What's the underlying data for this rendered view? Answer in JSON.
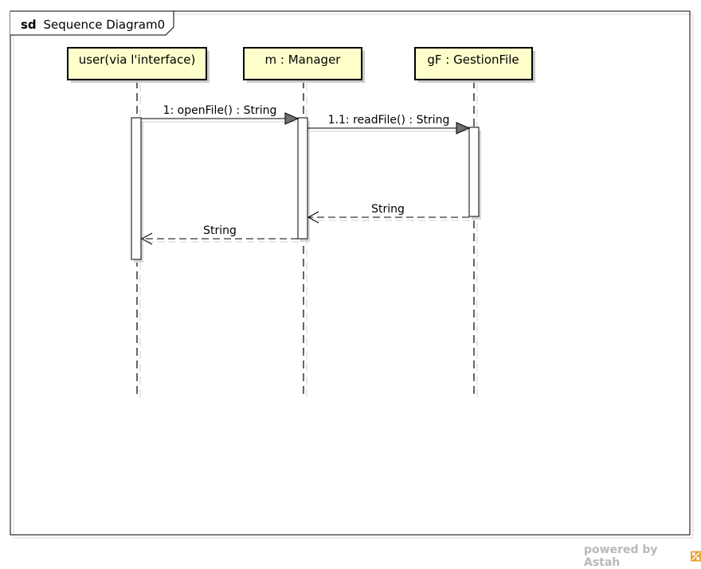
{
  "frame": {
    "keyword": "sd",
    "name": "Sequence Diagram0"
  },
  "lifelines": [
    {
      "id": "user",
      "label": "user(via l'interface)"
    },
    {
      "id": "m",
      "label": "m : Manager"
    },
    {
      "id": "gF",
      "label": "gF : GestionFile"
    }
  ],
  "messages": [
    {
      "id": "m1",
      "type": "sync",
      "from": "user",
      "to": "m",
      "label": "1: openFile() : String"
    },
    {
      "id": "m2",
      "type": "sync",
      "from": "m",
      "to": "gF",
      "label": "1.1: readFile() : String"
    },
    {
      "id": "m3",
      "type": "return",
      "from": "gF",
      "to": "m",
      "label": "String"
    },
    {
      "id": "m4",
      "type": "return",
      "from": "m",
      "to": "user",
      "label": "String"
    }
  ],
  "colors": {
    "lifeline_fill": "#ffffcc",
    "frame_stroke": "#000000",
    "shadow": "#c8c8c8",
    "watermark_text": "#b9b9b9",
    "logo_accent": "#e8a33a"
  },
  "watermark": {
    "text": "powered by Astah"
  }
}
